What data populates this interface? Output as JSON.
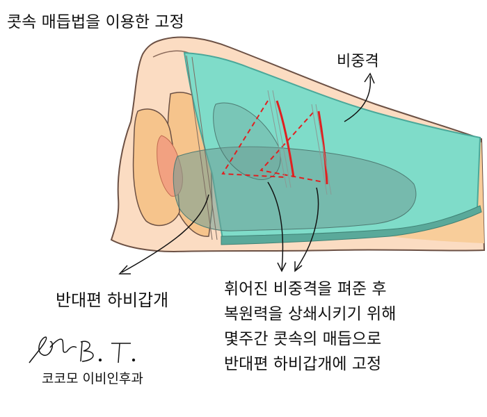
{
  "title": "콧속 매듭법을 이용한 고정",
  "labels": {
    "septum": "비중격",
    "opposite_turbinate": "반대편 하비갑개",
    "description_lines": [
      "휘어진 비중격을 펴준 후",
      "복원력을 상쇄시키기 위해",
      "몇주간 콧속의 매듭으로",
      "반대편 하비갑개에 고정"
    ],
    "signature_name": "Shin B. T.",
    "clinic_name": "코코모 이비인후과"
  },
  "colors": {
    "skin": "#fbdcc2",
    "skin_outline": "#6b5044",
    "septum_fill": "#7fdcc9",
    "septum_edge": "#4aa89a",
    "cartilage": "#f6c48c",
    "nostril": "#f2a181",
    "turbinate_overlay": "#6f9e95",
    "suture_red": "#e02020"
  }
}
